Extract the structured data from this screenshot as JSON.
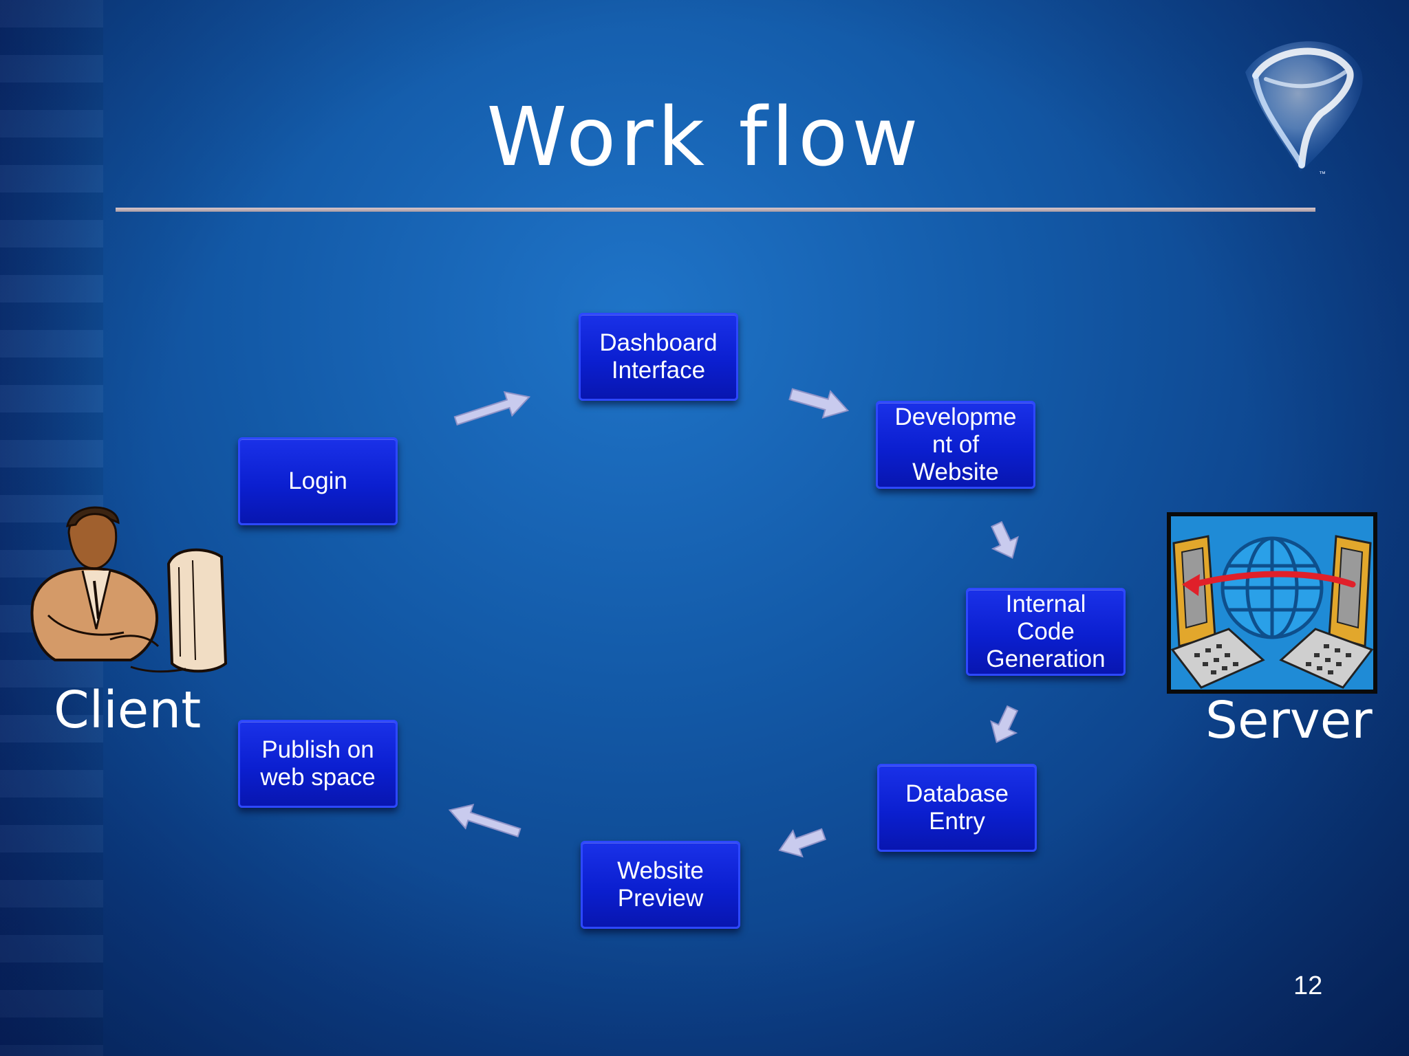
{
  "slide": {
    "title": "Work flow",
    "page_number": "12",
    "client_label": "Client",
    "server_label": "Server"
  },
  "nodes": {
    "login": "Login",
    "dashboard": "Dashboard\nInterface",
    "development": "Developme\nnt of\nWebsite",
    "code_generation": "Internal\nCode\nGeneration",
    "database": "Database\nEntry",
    "preview": "Website\nPreview",
    "publish": "Publish on\nweb space"
  },
  "icons": {
    "logo": "silverlight-logo-icon",
    "client": "person-at-computer-icon",
    "server": "computers-exchange-globe-icon"
  },
  "colors": {
    "node_fill": "#0b1fd0",
    "node_border": "#2d48ff",
    "arrow_fill": "#c9cbee",
    "background": "#135aa8"
  }
}
